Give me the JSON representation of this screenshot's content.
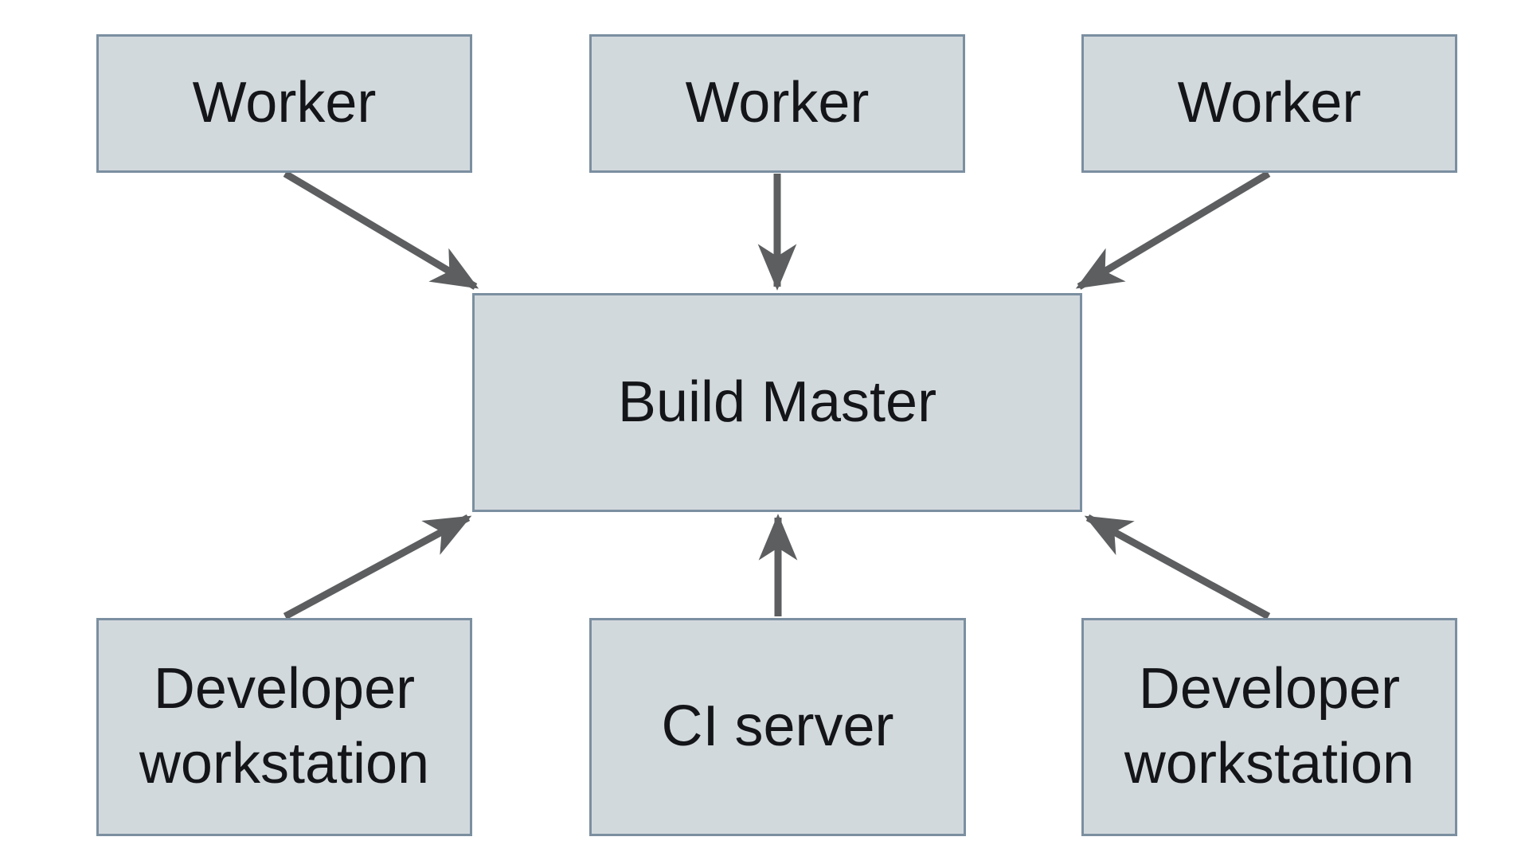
{
  "diagram": {
    "type": "flowchart",
    "nodes": {
      "worker1": {
        "id": "worker-1",
        "label": "Worker"
      },
      "worker2": {
        "id": "worker-2",
        "label": "Worker"
      },
      "worker3": {
        "id": "worker-3",
        "label": "Worker"
      },
      "build_master": {
        "id": "build-master",
        "label": "Build Master"
      },
      "dev1": {
        "id": "developer-workstation-1",
        "label": "Developer workstation"
      },
      "ci": {
        "id": "ci-server",
        "label": "CI server"
      },
      "dev2": {
        "id": "developer-workstation-2",
        "label": "Developer workstation"
      }
    },
    "edges": [
      {
        "from": "worker-1",
        "to": "build-master"
      },
      {
        "from": "worker-2",
        "to": "build-master"
      },
      {
        "from": "worker-3",
        "to": "build-master"
      },
      {
        "from": "developer-workstation-1",
        "to": "build-master"
      },
      {
        "from": "ci-server",
        "to": "build-master"
      },
      {
        "from": "developer-workstation-2",
        "to": "build-master"
      }
    ]
  },
  "colors": {
    "background": "#ffffff",
    "node_fill": "#d2d9dd",
    "node_border": "#7b8fa0",
    "arrow": "#5c5e60",
    "text": "#141518"
  }
}
